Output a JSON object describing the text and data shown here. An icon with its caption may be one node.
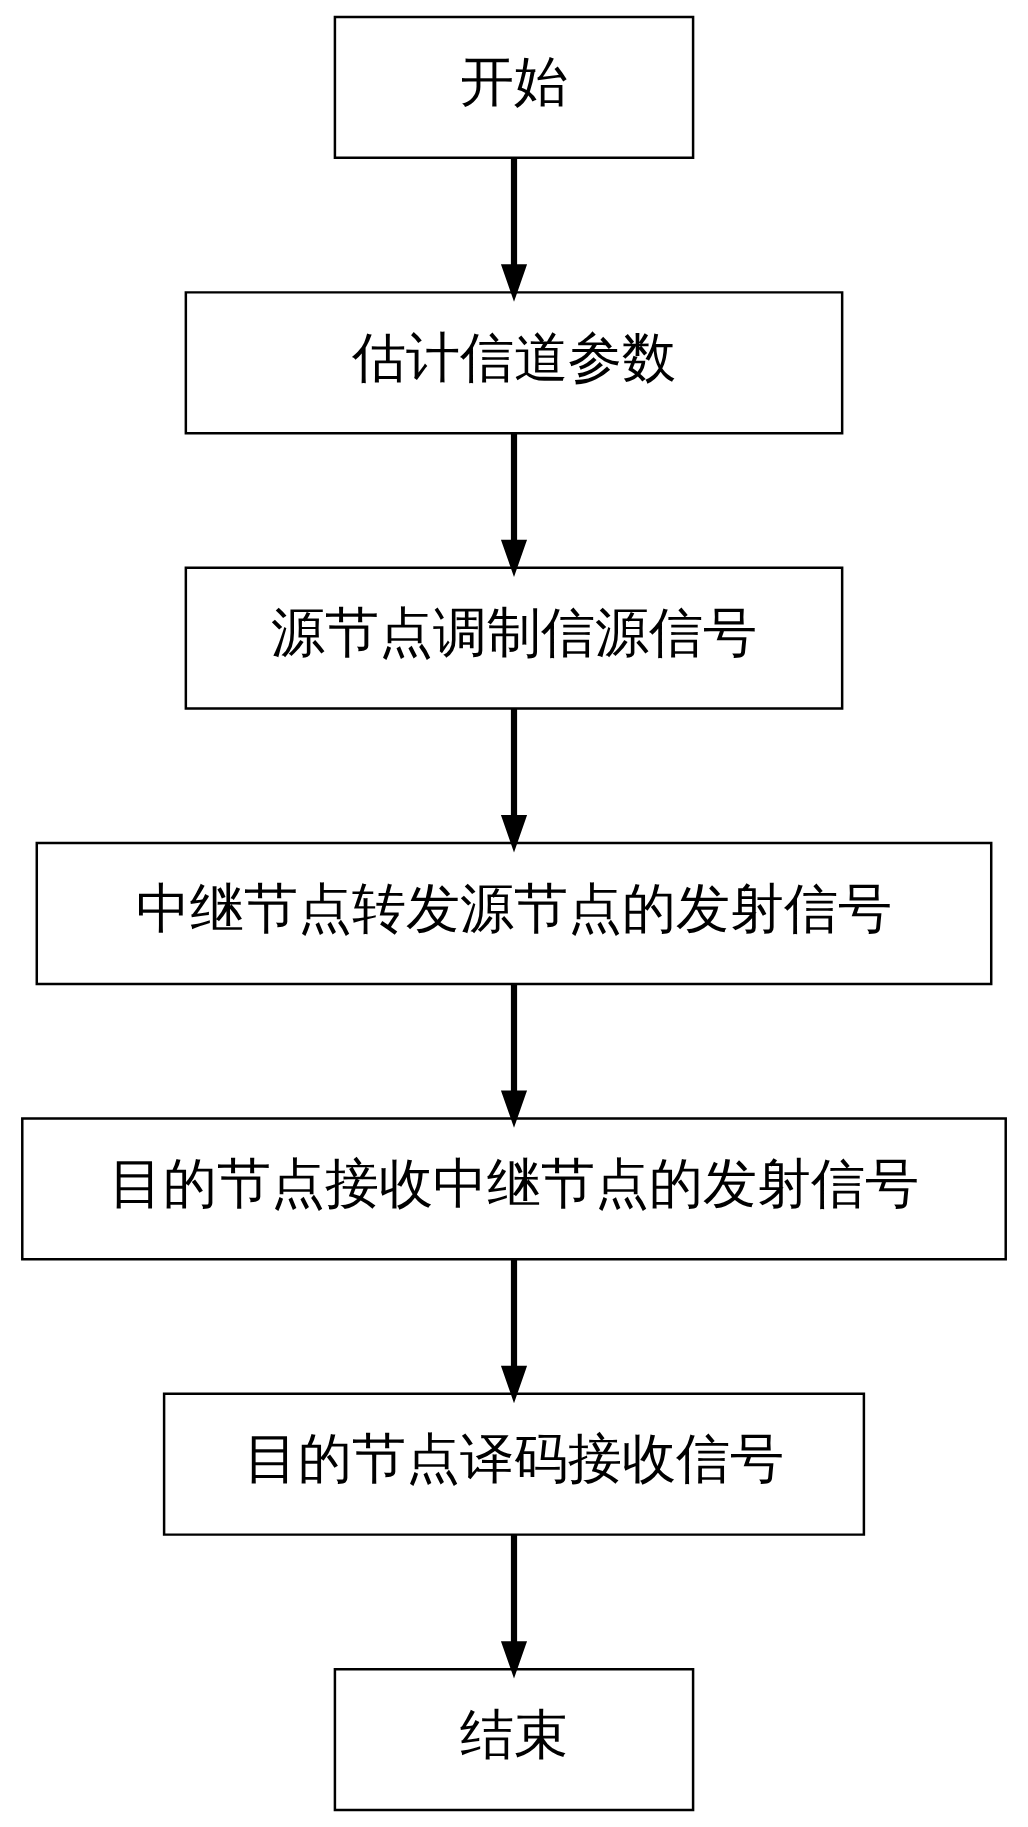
{
  "diagram": {
    "nodes": [
      {
        "text": [
          "开始"
        ]
      },
      {
        "text": [
          "估计信道参数"
        ]
      },
      {
        "text": [
          "源节点调制信源信号"
        ]
      },
      {
        "text": [
          "中继节点转发源节点的发射信号"
        ]
      },
      {
        "text": [
          "目的节点接收中继节点的发射信号"
        ]
      },
      {
        "text": [
          "目的节点译码接收信号"
        ]
      },
      {
        "text": [
          "结束"
        ]
      }
    ],
    "edges": [
      {
        "from": 0,
        "to": 1,
        "arrow": "to"
      },
      {
        "from": 1,
        "to": 2,
        "arrow": "to"
      },
      {
        "from": 2,
        "to": 3,
        "arrow": "to"
      },
      {
        "from": 3,
        "to": 4,
        "arrow": "to"
      },
      {
        "from": 4,
        "to": 5,
        "arrow": "to"
      },
      {
        "from": 5,
        "to": 6,
        "arrow": "to"
      }
    ]
  }
}
